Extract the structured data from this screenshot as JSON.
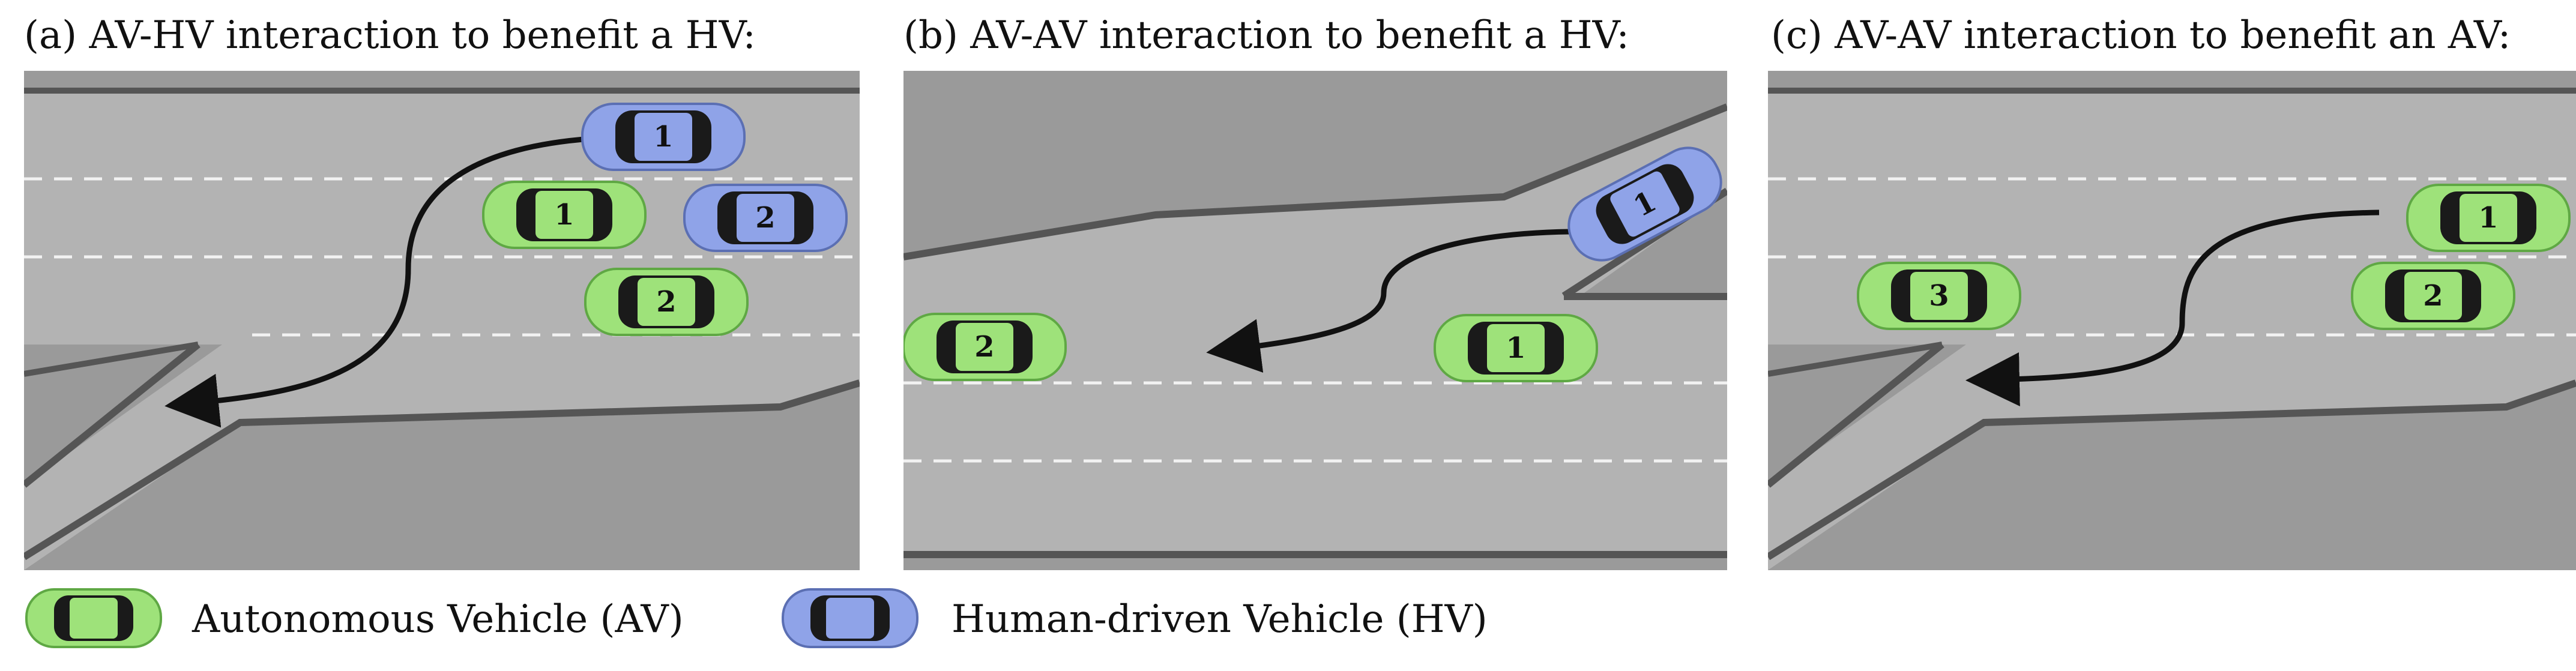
{
  "panels": [
    {
      "title": "(a) AV-HV interaction to benefit a HV:",
      "vehicles": [
        {
          "kind": "HV",
          "label": "1"
        },
        {
          "kind": "AV",
          "label": "1"
        },
        {
          "kind": "HV",
          "label": "2"
        },
        {
          "kind": "AV",
          "label": "2"
        }
      ]
    },
    {
      "title": "(b) AV-AV interaction to benefit a HV:",
      "vehicles": [
        {
          "kind": "HV",
          "label": "1"
        },
        {
          "kind": "AV",
          "label": "2"
        },
        {
          "kind": "AV",
          "label": "1"
        }
      ]
    },
    {
      "title": "(c) AV-AV interaction to benefit an AV:",
      "vehicles": [
        {
          "kind": "AV",
          "label": "1"
        },
        {
          "kind": "AV",
          "label": "3"
        },
        {
          "kind": "AV",
          "label": "2"
        }
      ]
    }
  ],
  "legend": {
    "av_label": "Autonomous Vehicle (AV)",
    "hv_label": "Human-driven Vehicle (HV)"
  },
  "colors": {
    "av": "#9ee27a",
    "hv": "#8fa3e8",
    "road": "#b3b3b3",
    "offroad": "#9a9a9a",
    "barrier": "#555555",
    "lane_mark": "#f2f2f2"
  }
}
